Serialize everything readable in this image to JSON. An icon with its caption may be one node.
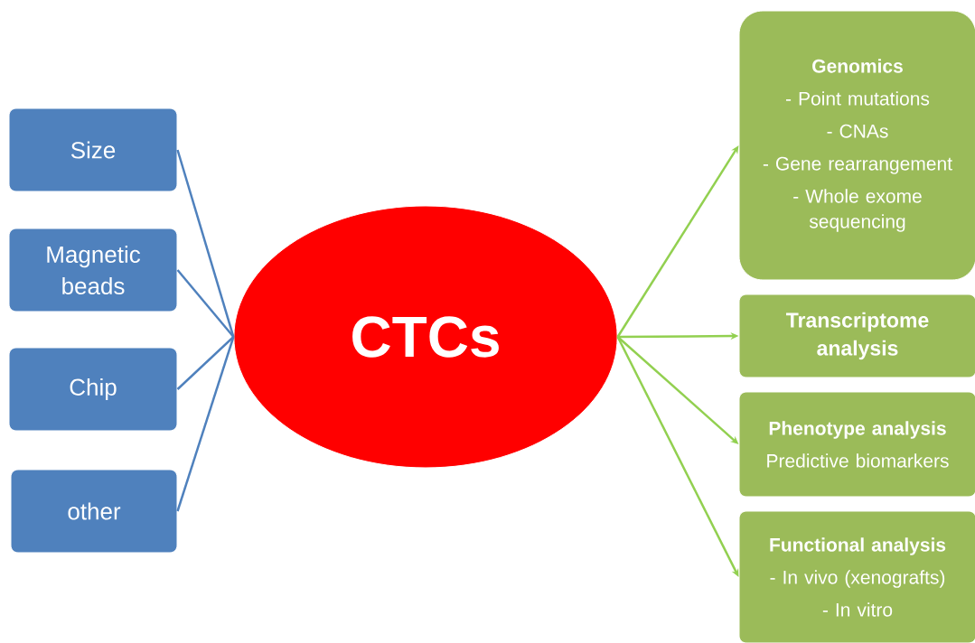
{
  "diagram": {
    "nodes": [
      {
        "text": [
          "Size"
        ]
      },
      {
        "text": [
          "Magnetic beads"
        ]
      },
      {
        "text": [
          "Chip"
        ]
      },
      {
        "text": [
          "other"
        ]
      },
      {
        "text": [
          "CTCs"
        ]
      },
      {
        "text": [
          "Genomics",
          "- Point mutations",
          "- CNAs",
          "- Gene rearrangement",
          "- Whole exome sequencing"
        ]
      },
      {
        "text": [
          "Transcriptome analysis"
        ]
      },
      {
        "text": [
          "Phenotype analysis",
          "Predictive biomarkers"
        ]
      },
      {
        "text": [
          "Functional analysis",
          "- In vivo (xenografts)",
          "- In vitro"
        ]
      }
    ],
    "edges": [
      {
        "from": 0,
        "to": 4,
        "arrow": "none",
        "color": "#4f81bd"
      },
      {
        "from": 1,
        "to": 4,
        "arrow": "none",
        "color": "#4f81bd"
      },
      {
        "from": 2,
        "to": 4,
        "arrow": "none",
        "color": "#4f81bd"
      },
      {
        "from": 3,
        "to": 4,
        "arrow": "none",
        "color": "#4f81bd"
      },
      {
        "from": 4,
        "to": 5,
        "arrow": "to",
        "color": "#92d050"
      },
      {
        "from": 4,
        "to": 6,
        "arrow": "to",
        "color": "#92d050"
      },
      {
        "from": 4,
        "to": 7,
        "arrow": "to",
        "color": "#92d050"
      },
      {
        "from": 4,
        "to": 8,
        "arrow": "to",
        "color": "#92d050"
      }
    ]
  }
}
